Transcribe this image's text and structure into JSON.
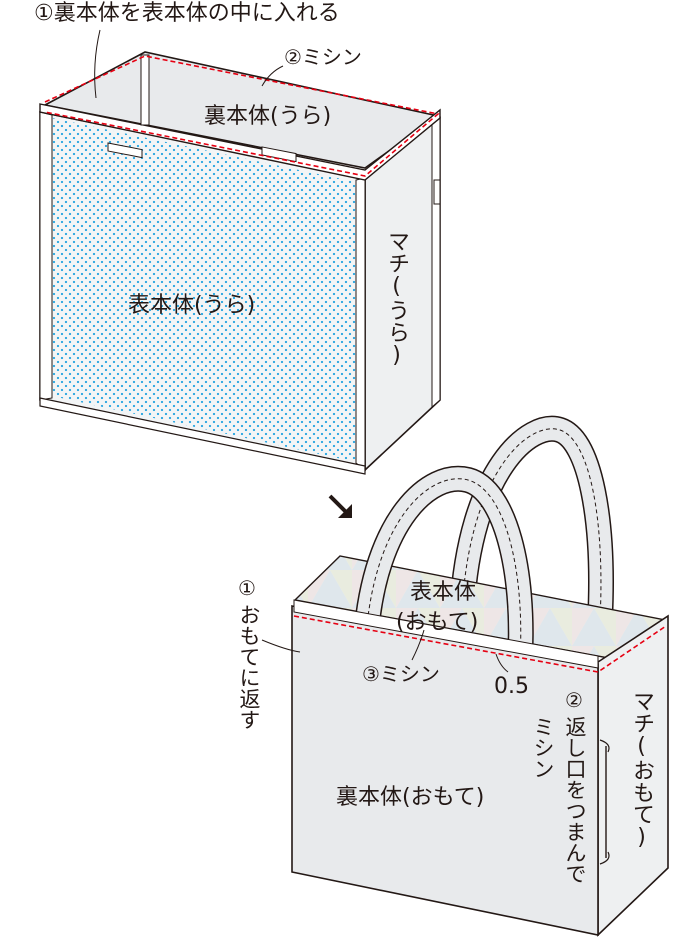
{
  "labels": {
    "step1_insert": "①裏本体を表本体の中に入れる",
    "step2_sew": "②ミシン",
    "lining_wrong": "裏本体(うら)",
    "outer_wrong": "表本体(うら)",
    "gusset_wrong": "マチ(うら)",
    "outer_right_l1": "表本体",
    "outer_right_l2": "(おもて)",
    "step3_sew": "③ミシン",
    "measure": "0.5",
    "turn_num": "①",
    "turn_text": "おもてに返す",
    "close_num": "②",
    "close_text": "返し口をつまんで",
    "close_sew": "ミシン",
    "lining_right": "裏本体(おもて)",
    "gusset_right": "マチ(おもて)"
  },
  "colors": {
    "line": "#231815",
    "stitch_red": "#e60012",
    "dot_blue": "#2aa6e0",
    "panel_gray": "#e8eaec",
    "gusset_gray": "#eef0f1",
    "tri_a": "#d9e4ea",
    "tri_b": "#e6eadf",
    "tri_c": "#ece4e4"
  },
  "icons": {
    "step_arrow": "arrow-down-right-icon"
  }
}
